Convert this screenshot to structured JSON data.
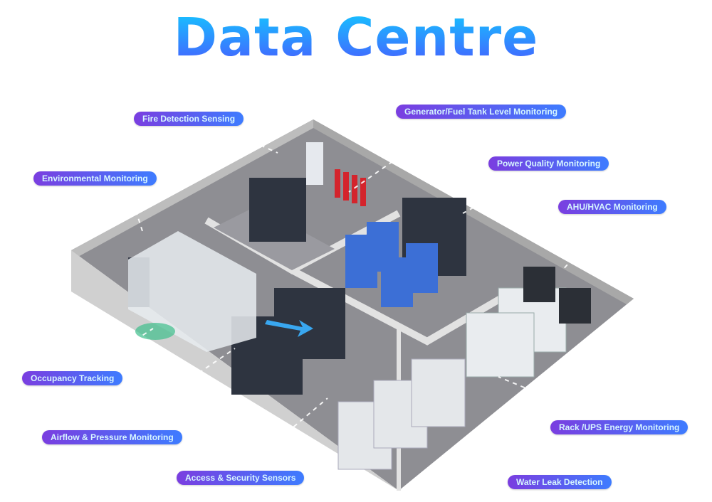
{
  "title": "Data Centre",
  "labels": {
    "fire": "Fire Detection Sensing",
    "generator": "Generator/Fuel Tank Level Monitoring",
    "environmental": "Environmental Monitoring",
    "power_quality": "Power Quality Monitoring",
    "hvac": "AHU/HVAC Monitoring",
    "occupancy": "Occupancy Tracking",
    "airflow": "Airflow & Pressure Monitoring",
    "access": "Access & Security Sensors",
    "rack_ups": "Rack /UPS Energy Monitoring",
    "water": "Water Leak Detection"
  },
  "colors": {
    "pill_start": "#7a3ee0",
    "pill_end": "#3e7cff",
    "title_top": "#12ccff",
    "title_bottom": "#4a58ff"
  }
}
